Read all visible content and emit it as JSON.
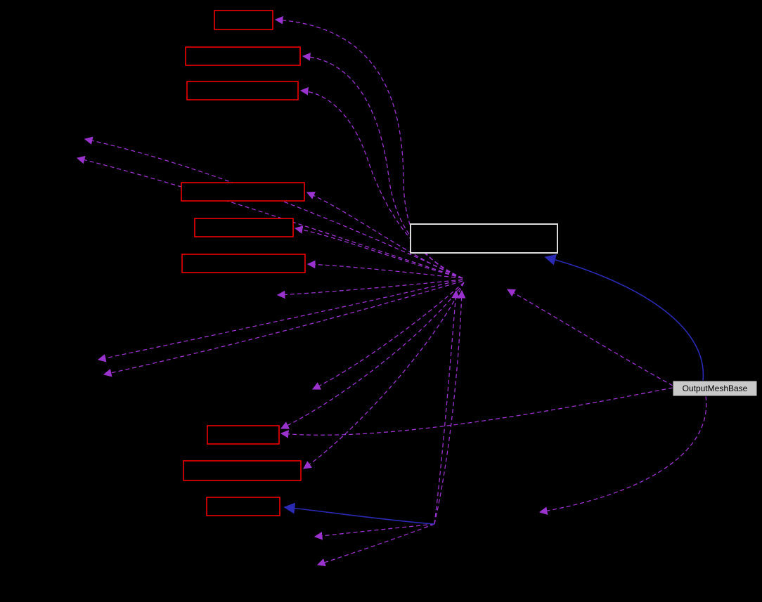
{
  "diagram": {
    "type": "collaboration-graph",
    "background": "#000000",
    "label_node": {
      "text": "OutputMeshBase"
    },
    "colors": {
      "background": "#000000",
      "red_node_border": "#ff0000",
      "central_node_border": "#dcdcdc",
      "dashed_edge": "#9a32cd",
      "solid_edge": "#2a2ab4",
      "label_node_bg": "#c9c9c9",
      "label_node_text": "#000000"
    },
    "nodes": [
      {
        "id": "node-1",
        "label": ""
      },
      {
        "id": "node-2",
        "label": ""
      },
      {
        "id": "node-3",
        "label": ""
      },
      {
        "id": "node-4",
        "label": ""
      },
      {
        "id": "node-5",
        "label": ""
      },
      {
        "id": "node-6",
        "label": ""
      },
      {
        "id": "node-central",
        "label": ""
      },
      {
        "id": "node-8",
        "label": ""
      },
      {
        "id": "node-9",
        "label": ""
      },
      {
        "id": "node-10",
        "label": ""
      },
      {
        "id": "node-outputmeshbase",
        "label": "OutputMeshBase"
      }
    ]
  }
}
